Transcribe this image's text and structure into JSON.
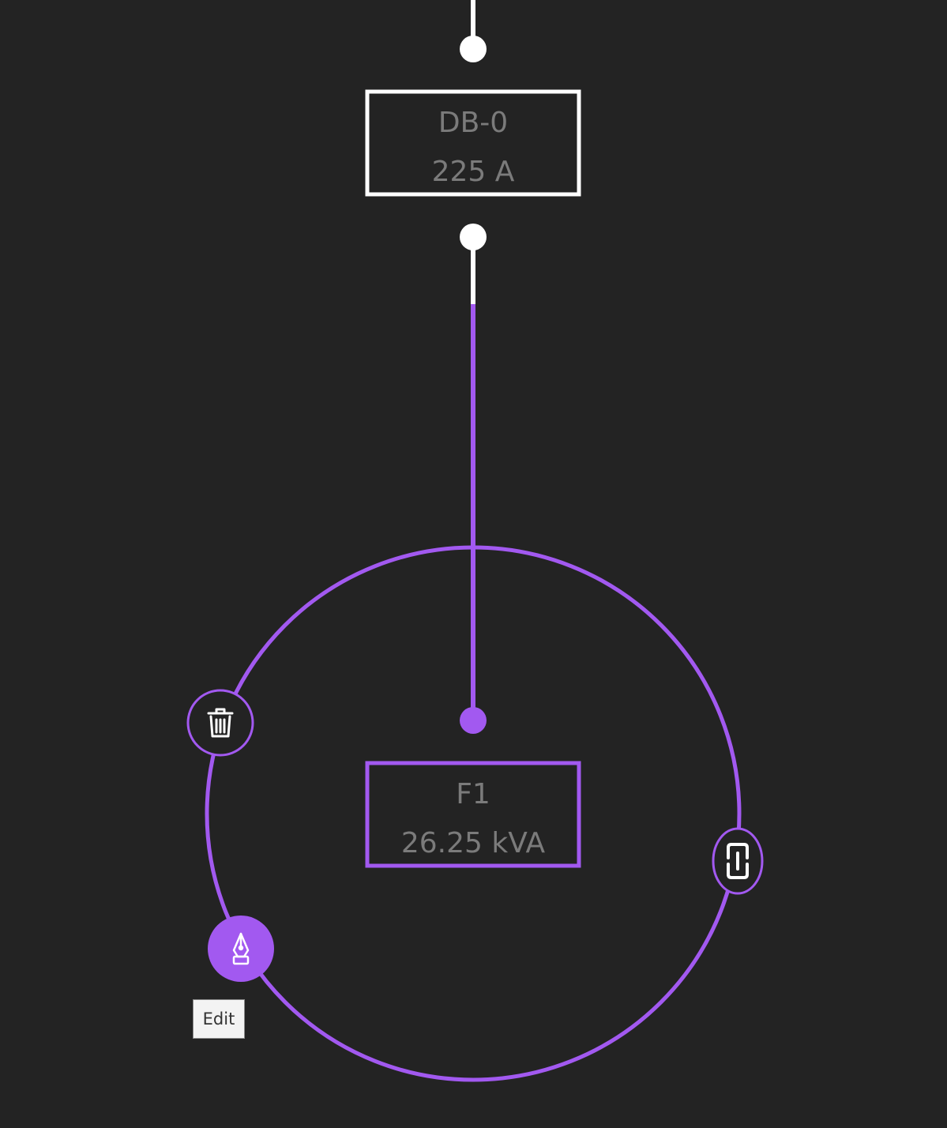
{
  "colors": {
    "background": "#232323",
    "accent": "#a259f0",
    "line": "#ffffff",
    "text": "#7b7b7b"
  },
  "nodes": {
    "parent": {
      "name": "DB-0",
      "rating": "225 A"
    },
    "selected": {
      "name": "F1",
      "rating": "26.25 kVA"
    }
  },
  "actions": {
    "delete": {
      "icon": "trash-icon"
    },
    "edit": {
      "icon": "pen-icon"
    },
    "link": {
      "icon": "link-icon"
    }
  },
  "tooltip": {
    "text": "Edit"
  }
}
